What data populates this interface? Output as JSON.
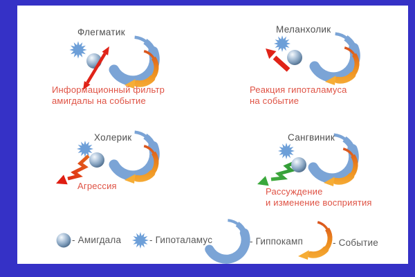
{
  "colors": {
    "border": "#3531c6",
    "title": "#4f4f4f",
    "label": "#df5244",
    "legend": "#585858",
    "arc": "#7ba4d6",
    "star": "#6d9fd8",
    "red": "#e02318",
    "orange1": "#d8501d",
    "orange2": "#ec8c1e",
    "orange3": "#f6ad36",
    "green1": "#2d9733",
    "green2": "#49b243"
  },
  "quadrants": [
    {
      "title": "Флегматик",
      "label_line1": "Информационный фильтр",
      "label_line2": "амигдалы на событие",
      "arrow_meaning": "information-filter-double-arrow"
    },
    {
      "title": "Меланхолик",
      "label_line1": "Реакция гипоталамуса",
      "label_line2": "на событие",
      "arrow_meaning": "hypothalamus-reaction-arrow"
    },
    {
      "title": "Холерик",
      "label_line1": "Агрессия",
      "label_line2": "",
      "arrow_meaning": "aggression-zigzag-arrow"
    },
    {
      "title": "Сангвиник",
      "label_line1": "Рассуждение",
      "label_line2": "и изменение восприятия",
      "arrow_meaning": "reasoning-zigzag-arrow"
    }
  ],
  "legend": {
    "items": [
      {
        "icon": "amygdala-sphere-icon",
        "label": "- Амигдала"
      },
      {
        "icon": "hypothalamus-star-icon",
        "label": "- Гипоталамус"
      },
      {
        "icon": "hippocampus-arc-icon",
        "label": "- Гиппокамп"
      },
      {
        "icon": "event-arrow-icon",
        "label": "- Событие"
      }
    ]
  }
}
